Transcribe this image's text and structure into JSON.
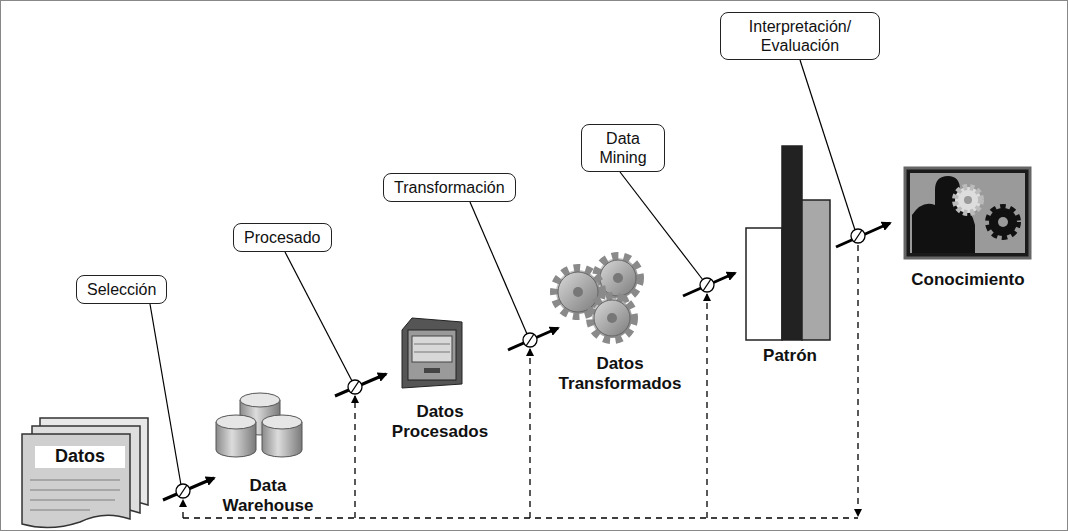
{
  "diagram": {
    "nodes": [
      {
        "text": [
          "Selección"
        ]
      },
      {
        "text": [
          "Procesado"
        ]
      },
      {
        "text": [
          "Transformación"
        ]
      },
      {
        "text": [
          "Data Mining"
        ]
      },
      {
        "text": [
          "Interpretación/ Evaluación"
        ]
      }
    ],
    "labels": [
      "Datos",
      "Data Warehouse",
      "Datos Procesados",
      "Datos Transformados",
      "Patrón",
      "Conocimiento"
    ]
  }
}
